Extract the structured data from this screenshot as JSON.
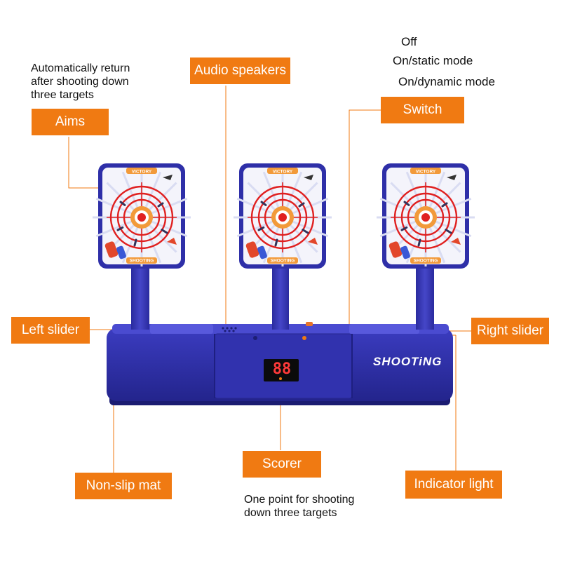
{
  "callouts": {
    "aims": "Aims",
    "audio_speakers": "Audio speakers",
    "switch": "Switch",
    "left_slider": "Left slider",
    "right_slider": "Right slider",
    "non_slip_mat": "Non-slip mat",
    "scorer": "Scorer",
    "indicator_light": "Indicator light"
  },
  "notes": {
    "auto_return": [
      "Automatically return",
      "after shooting down",
      "three targets"
    ],
    "switch_modes": [
      "Off",
      "On/static mode",
      "On/dynamic mode"
    ],
    "scorer_note": [
      "One point for shooting",
      "down three targets"
    ]
  },
  "product": {
    "brand": "SHOOTiNG",
    "score_display": "88",
    "target_top_label": "VICTORY",
    "target_bottom_label": "SHOOTING"
  },
  "colors": {
    "callout_bg": "#f07a12",
    "leader_line": "#f07a12",
    "base_blue": "#2e2fa8",
    "target_red": "#e02020",
    "bullseye_orange": "#f29a3a"
  }
}
